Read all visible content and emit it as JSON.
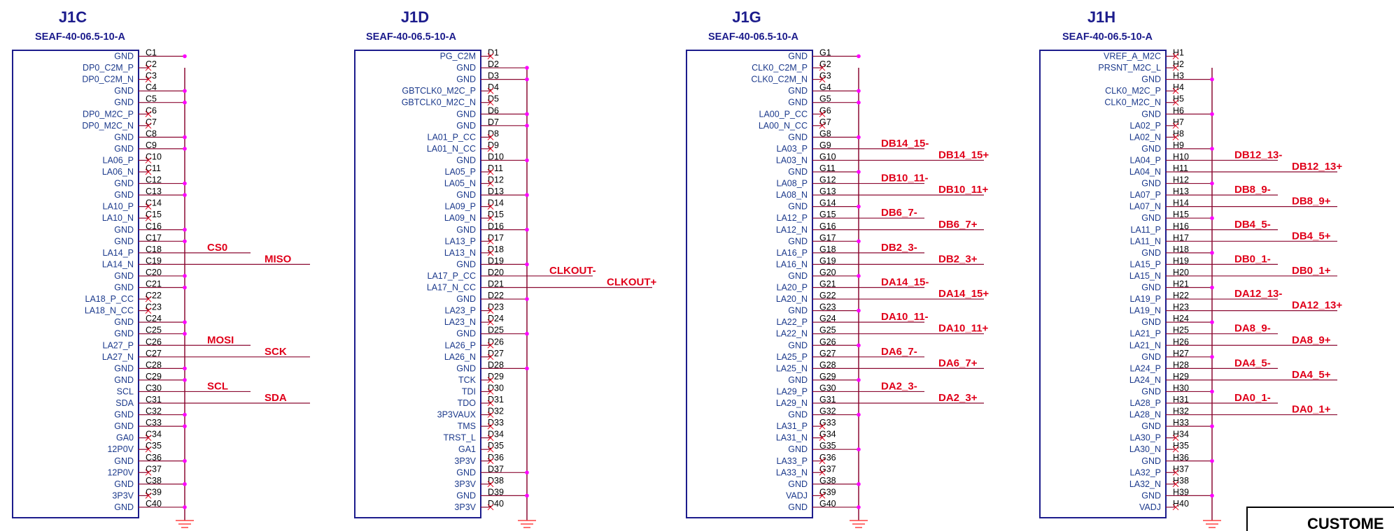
{
  "colors": {
    "box": "#1c1c8c",
    "wire": "#8b0a32",
    "junction": "#ff00ff",
    "net_label": "#e0001a",
    "ground": "#ff4040",
    "text": "#1c3a8c",
    "pin_text": "#000000"
  },
  "title_block": {
    "label": "CUSTOME"
  },
  "connectors": [
    {
      "ref": "J1C",
      "part": "SEAF-40-06.5-10-A",
      "prefix": "C",
      "signals": [
        "GND",
        "DP0_C2M_P",
        "DP0_C2M_N",
        "GND",
        "GND",
        "DP0_M2C_P",
        "DP0_M2C_N",
        "GND",
        "GND",
        "LA06_P",
        "LA06_N",
        "GND",
        "GND",
        "LA10_P",
        "LA10_N",
        "GND",
        "GND",
        "LA14_P",
        "LA14_N",
        "GND",
        "GND",
        "LA18_P_CC",
        "LA18_N_CC",
        "GND",
        "GND",
        "LA27_P",
        "LA27_N",
        "GND",
        "GND",
        "SCL",
        "SDA",
        "GND",
        "GND",
        "GA0",
        "12P0V",
        "GND",
        "12P0V",
        "GND",
        "3P3V",
        "GND"
      ],
      "nets": [
        {
          "pin": 18,
          "name": "CS0",
          "tier": "near"
        },
        {
          "pin": 19,
          "name": "MISO",
          "tier": "far"
        },
        {
          "pin": 26,
          "name": "MOSI",
          "tier": "near"
        },
        {
          "pin": 27,
          "name": "SCK",
          "tier": "far"
        },
        {
          "pin": 30,
          "name": "SCL",
          "tier": "near"
        },
        {
          "pin": 31,
          "name": "SDA",
          "tier": "far"
        }
      ]
    },
    {
      "ref": "J1D",
      "part": "SEAF-40-06.5-10-A",
      "prefix": "D",
      "signals": [
        "PG_C2M",
        "GND",
        "GND",
        "GBTCLK0_M2C_P",
        "GBTCLK0_M2C_N",
        "GND",
        "GND",
        "LA01_P_CC",
        "LA01_N_CC",
        "GND",
        "LA05_P",
        "LA05_N",
        "GND",
        "LA09_P",
        "LA09_N",
        "GND",
        "LA13_P",
        "LA13_N",
        "GND",
        "LA17_P_CC",
        "LA17_N_CC",
        "GND",
        "LA23_P",
        "LA23_N",
        "GND",
        "LA26_P",
        "LA26_N",
        "GND",
        "TCK",
        "TDI",
        "TDO",
        "3P3VAUX",
        "TMS",
        "TRST_L",
        "GA1",
        "3P3V",
        "GND",
        "3P3V",
        "GND",
        "3P3V"
      ],
      "nets": [
        {
          "pin": 20,
          "name": "CLKOUT-",
          "tier": "near"
        },
        {
          "pin": 21,
          "name": "CLKOUT+",
          "tier": "far"
        }
      ]
    },
    {
      "ref": "J1G",
      "part": "SEAF-40-06.5-10-A",
      "prefix": "G",
      "signals": [
        "GND",
        "CLK0_C2M_P",
        "CLK0_C2M_N",
        "GND",
        "GND",
        "LA00_P_CC",
        "LA00_N_CC",
        "GND",
        "LA03_P",
        "LA03_N",
        "GND",
        "LA08_P",
        "LA08_N",
        "GND",
        "LA12_P",
        "LA12_N",
        "GND",
        "LA16_P",
        "LA16_N",
        "GND",
        "LA20_P",
        "LA20_N",
        "GND",
        "LA22_P",
        "LA22_N",
        "GND",
        "LA25_P",
        "LA25_N",
        "GND",
        "LA29_P",
        "LA29_N",
        "GND",
        "LA31_P",
        "LA31_N",
        "GND",
        "LA33_P",
        "LA33_N",
        "GND",
        "VADJ",
        "GND"
      ],
      "nets": [
        {
          "pin": 9,
          "name": "DB14_15-",
          "tier": "near"
        },
        {
          "pin": 10,
          "name": "DB14_15+",
          "tier": "far"
        },
        {
          "pin": 12,
          "name": "DB10_11-",
          "tier": "near"
        },
        {
          "pin": 13,
          "name": "DB10_11+",
          "tier": "far"
        },
        {
          "pin": 15,
          "name": "DB6_7-",
          "tier": "near"
        },
        {
          "pin": 16,
          "name": "DB6_7+",
          "tier": "far"
        },
        {
          "pin": 18,
          "name": "DB2_3-",
          "tier": "near"
        },
        {
          "pin": 19,
          "name": "DB2_3+",
          "tier": "far"
        },
        {
          "pin": 21,
          "name": "DA14_15-",
          "tier": "near"
        },
        {
          "pin": 22,
          "name": "DA14_15+",
          "tier": "far"
        },
        {
          "pin": 24,
          "name": "DA10_11-",
          "tier": "near"
        },
        {
          "pin": 25,
          "name": "DA10_11+",
          "tier": "far"
        },
        {
          "pin": 27,
          "name": "DA6_7-",
          "tier": "near"
        },
        {
          "pin": 28,
          "name": "DA6_7+",
          "tier": "far"
        },
        {
          "pin": 30,
          "name": "DA2_3-",
          "tier": "near"
        },
        {
          "pin": 31,
          "name": "DA2_3+",
          "tier": "far"
        }
      ]
    },
    {
      "ref": "J1H",
      "part": "SEAF-40-06.5-10-A",
      "prefix": "H",
      "signals": [
        "VREF_A_M2C",
        "PRSNT_M2C_L",
        "GND",
        "CLK0_M2C_P",
        "CLK0_M2C_N",
        "GND",
        "LA02_P",
        "LA02_N",
        "GND",
        "LA04_P",
        "LA04_N",
        "GND",
        "LA07_P",
        "LA07_N",
        "GND",
        "LA11_P",
        "LA11_N",
        "GND",
        "LA15_P",
        "LA15_N",
        "GND",
        "LA19_P",
        "LA19_N",
        "GND",
        "LA21_P",
        "LA21_N",
        "GND",
        "LA24_P",
        "LA24_N",
        "GND",
        "LA28_P",
        "LA28_N",
        "GND",
        "LA30_P",
        "LA30_N",
        "GND",
        "LA32_P",
        "LA32_N",
        "GND",
        "VADJ"
      ],
      "nets": [
        {
          "pin": 10,
          "name": "DB12_13-",
          "tier": "near"
        },
        {
          "pin": 11,
          "name": "DB12_13+",
          "tier": "far"
        },
        {
          "pin": 13,
          "name": "DB8_9-",
          "tier": "near"
        },
        {
          "pin": 14,
          "name": "DB8_9+",
          "tier": "far"
        },
        {
          "pin": 16,
          "name": "DB4_5-",
          "tier": "near"
        },
        {
          "pin": 17,
          "name": "DB4_5+",
          "tier": "far"
        },
        {
          "pin": 19,
          "name": "DB0_1-",
          "tier": "near"
        },
        {
          "pin": 20,
          "name": "DB0_1+",
          "tier": "far"
        },
        {
          "pin": 22,
          "name": "DA12_13-",
          "tier": "near"
        },
        {
          "pin": 23,
          "name": "DA12_13+",
          "tier": "far"
        },
        {
          "pin": 25,
          "name": "DA8_9-",
          "tier": "near"
        },
        {
          "pin": 26,
          "name": "DA8_9+",
          "tier": "far"
        },
        {
          "pin": 28,
          "name": "DA4_5-",
          "tier": "near"
        },
        {
          "pin": 29,
          "name": "DA4_5+",
          "tier": "far"
        },
        {
          "pin": 31,
          "name": "DA0_1-",
          "tier": "near"
        },
        {
          "pin": 32,
          "name": "DA0_1+",
          "tier": "far"
        }
      ]
    }
  ]
}
